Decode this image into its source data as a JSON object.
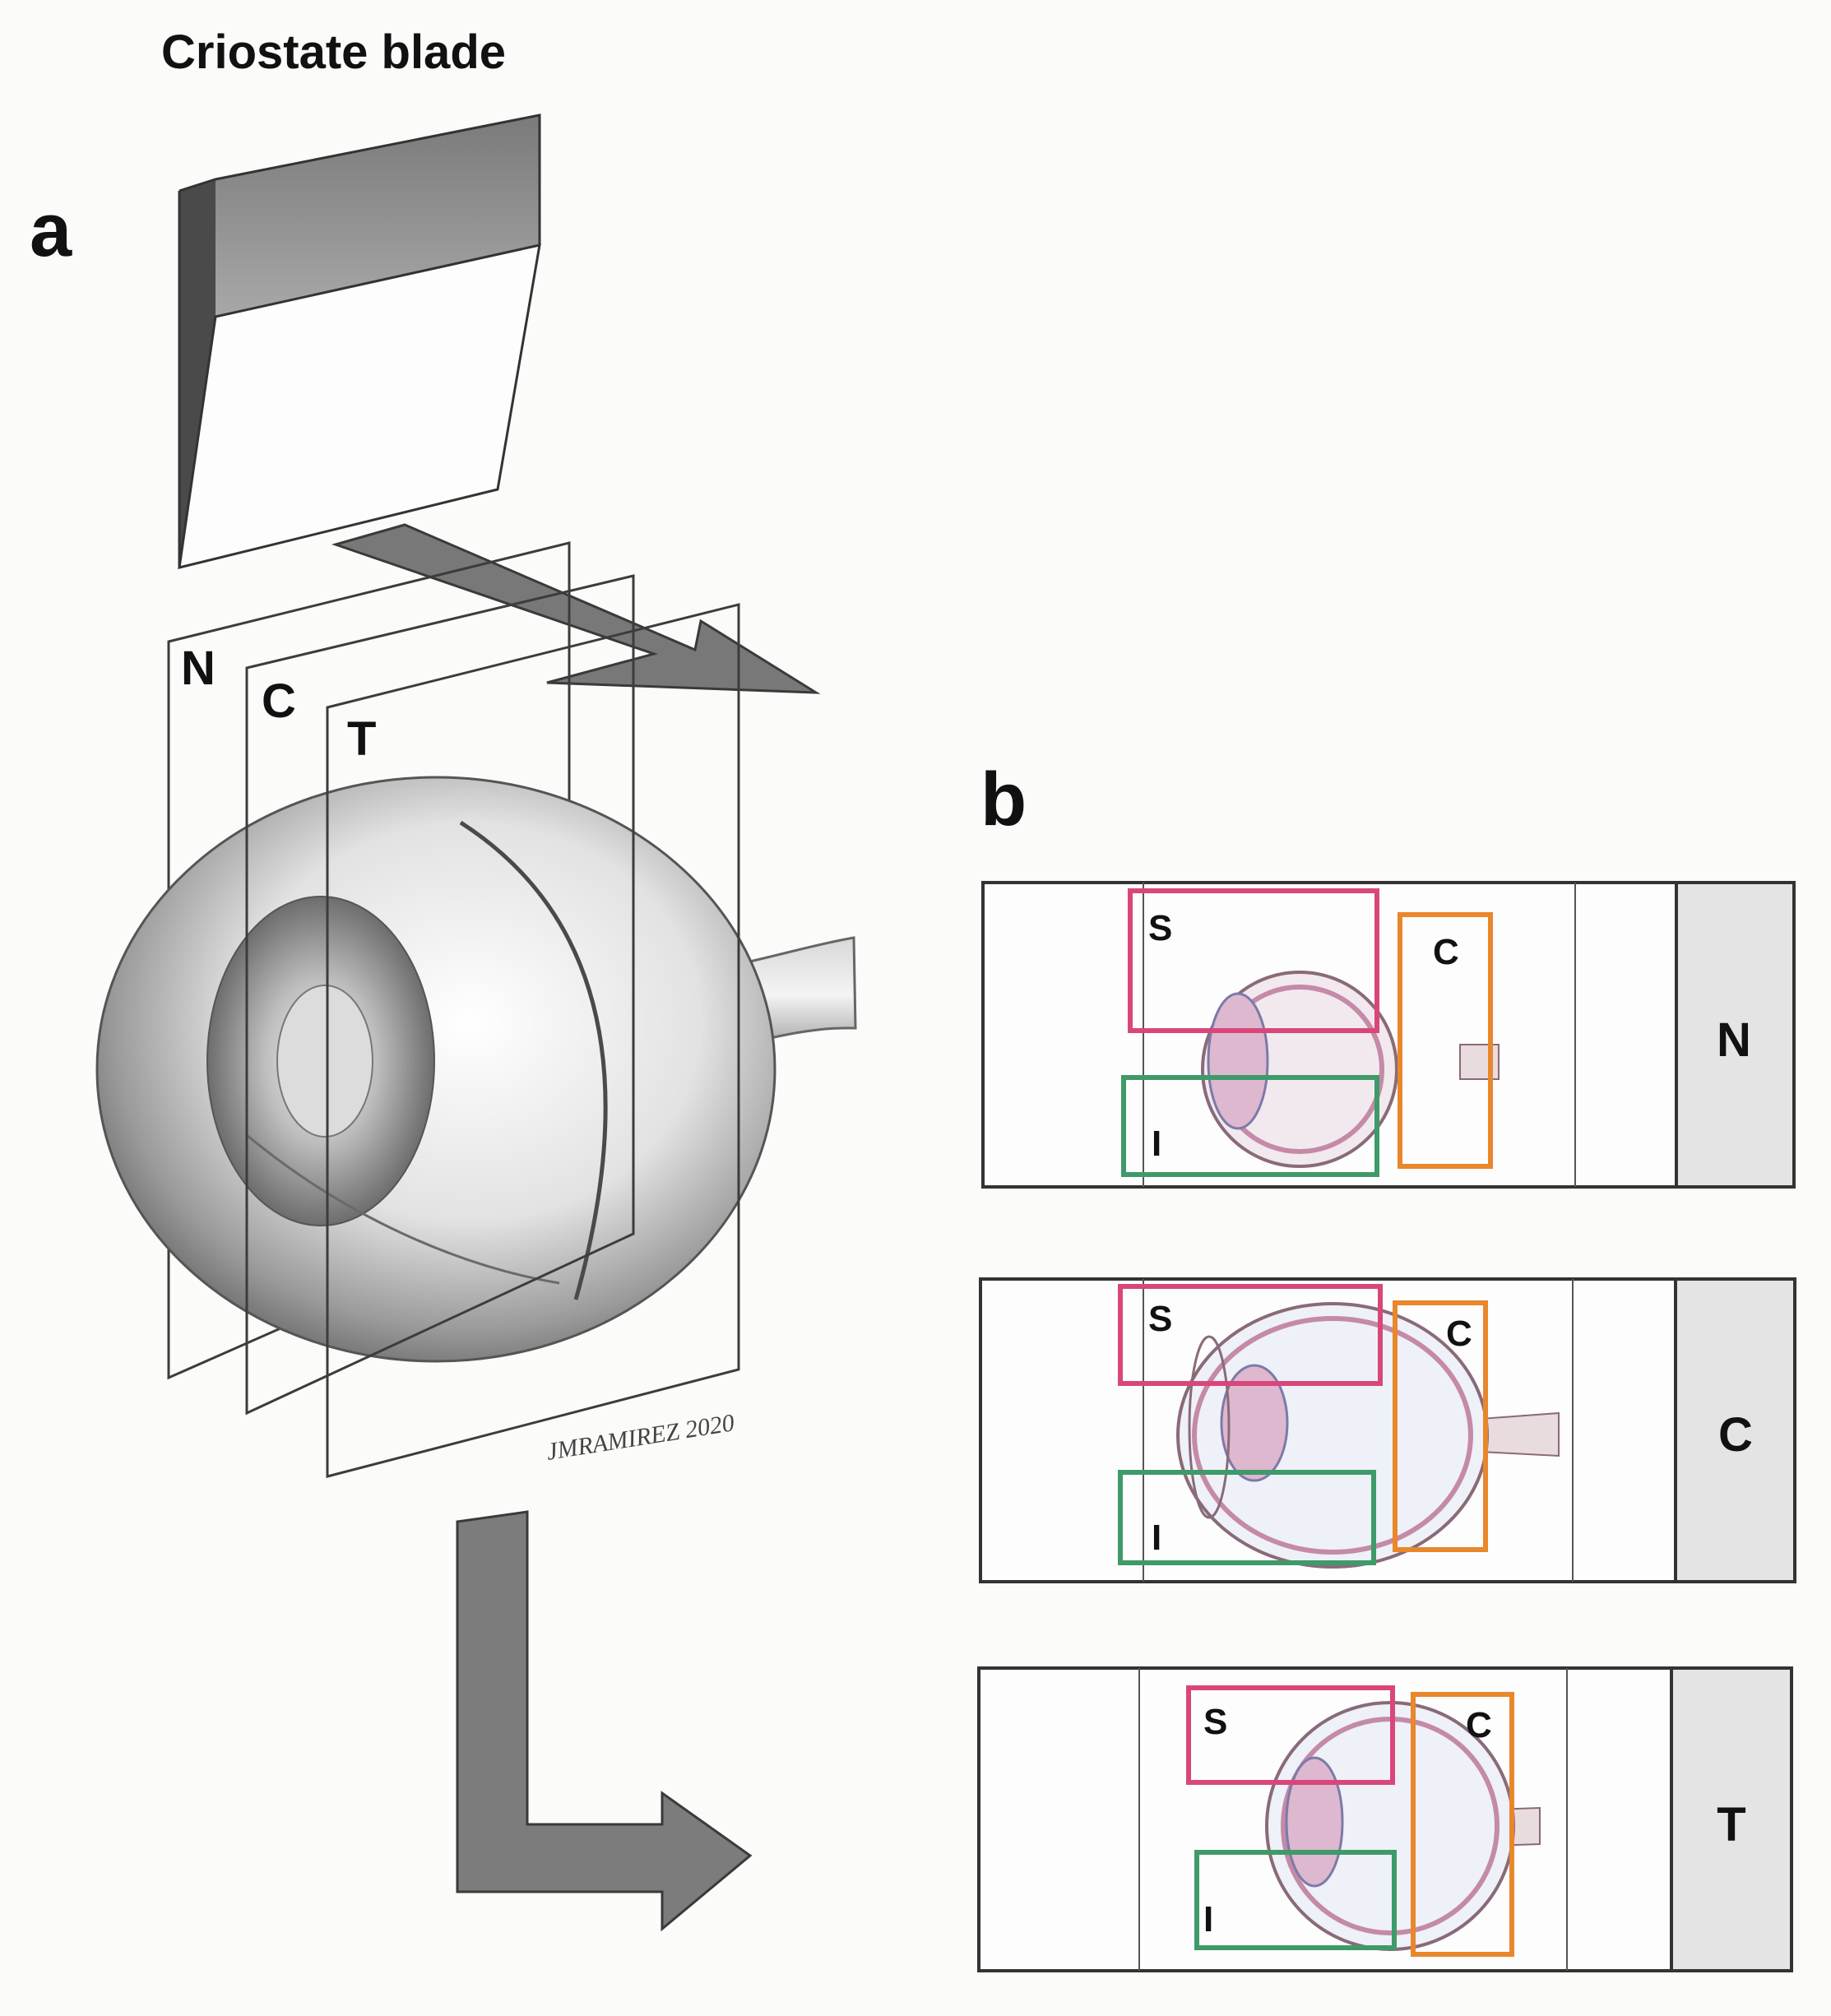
{
  "title": "Criostate blade",
  "panel_a": {
    "letter": "a",
    "plane_labels": [
      "N",
      "C",
      "T"
    ],
    "signature": "JMRAMIREZ 2020"
  },
  "panel_b": {
    "letter": "b",
    "region_labels": {
      "superior": "S",
      "central": "C",
      "inferior": "I"
    },
    "slides": [
      {
        "label": "N"
      },
      {
        "label": "C"
      },
      {
        "label": "T"
      }
    ]
  },
  "colors": {
    "superior_box": "#d9477a",
    "central_box": "#e8872b",
    "inferior_box": "#3f9a6a",
    "pencil": "#555555",
    "slide_label_bg": "#e4e4e4"
  },
  "icons": [
    "blade-icon",
    "arrow-icon",
    "eye-globe-icon",
    "optic-nerve-icon"
  ]
}
